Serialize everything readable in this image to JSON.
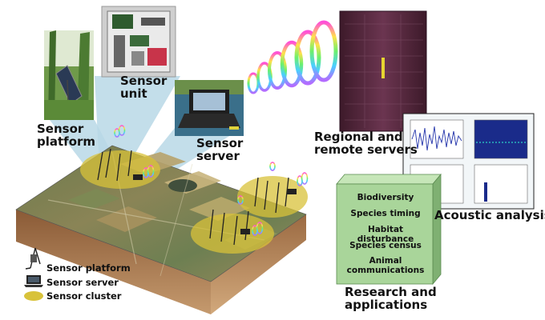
{
  "labels": {
    "sensor_unit": [
      "Sensor",
      "unit"
    ],
    "sensor_platform": [
      "Sensor",
      "platform"
    ],
    "sensor_server": [
      "Sensor",
      "server"
    ],
    "regional_servers": [
      "Regional and",
      "remote servers"
    ],
    "acoustic_analysis": "Acoustic analysis",
    "research": [
      "Research and",
      "applications"
    ]
  },
  "applications": [
    "Biodiversity",
    "Species timing",
    "Habitat disturbance",
    "Species census",
    "Animal communications"
  ],
  "legend": [
    {
      "icon": "sensor-platform-icon",
      "label": "Sensor platform"
    },
    {
      "icon": "laptop-icon",
      "label": "Sensor server"
    },
    {
      "icon": "cluster-icon",
      "label": "Sensor cluster"
    }
  ],
  "colors": {
    "cluster": "#d8c23a",
    "research_box": "#a9d59a",
    "research_box_side": "#7fb072",
    "rack": "#5a2a3e",
    "link_band": "#b9d8e6"
  }
}
